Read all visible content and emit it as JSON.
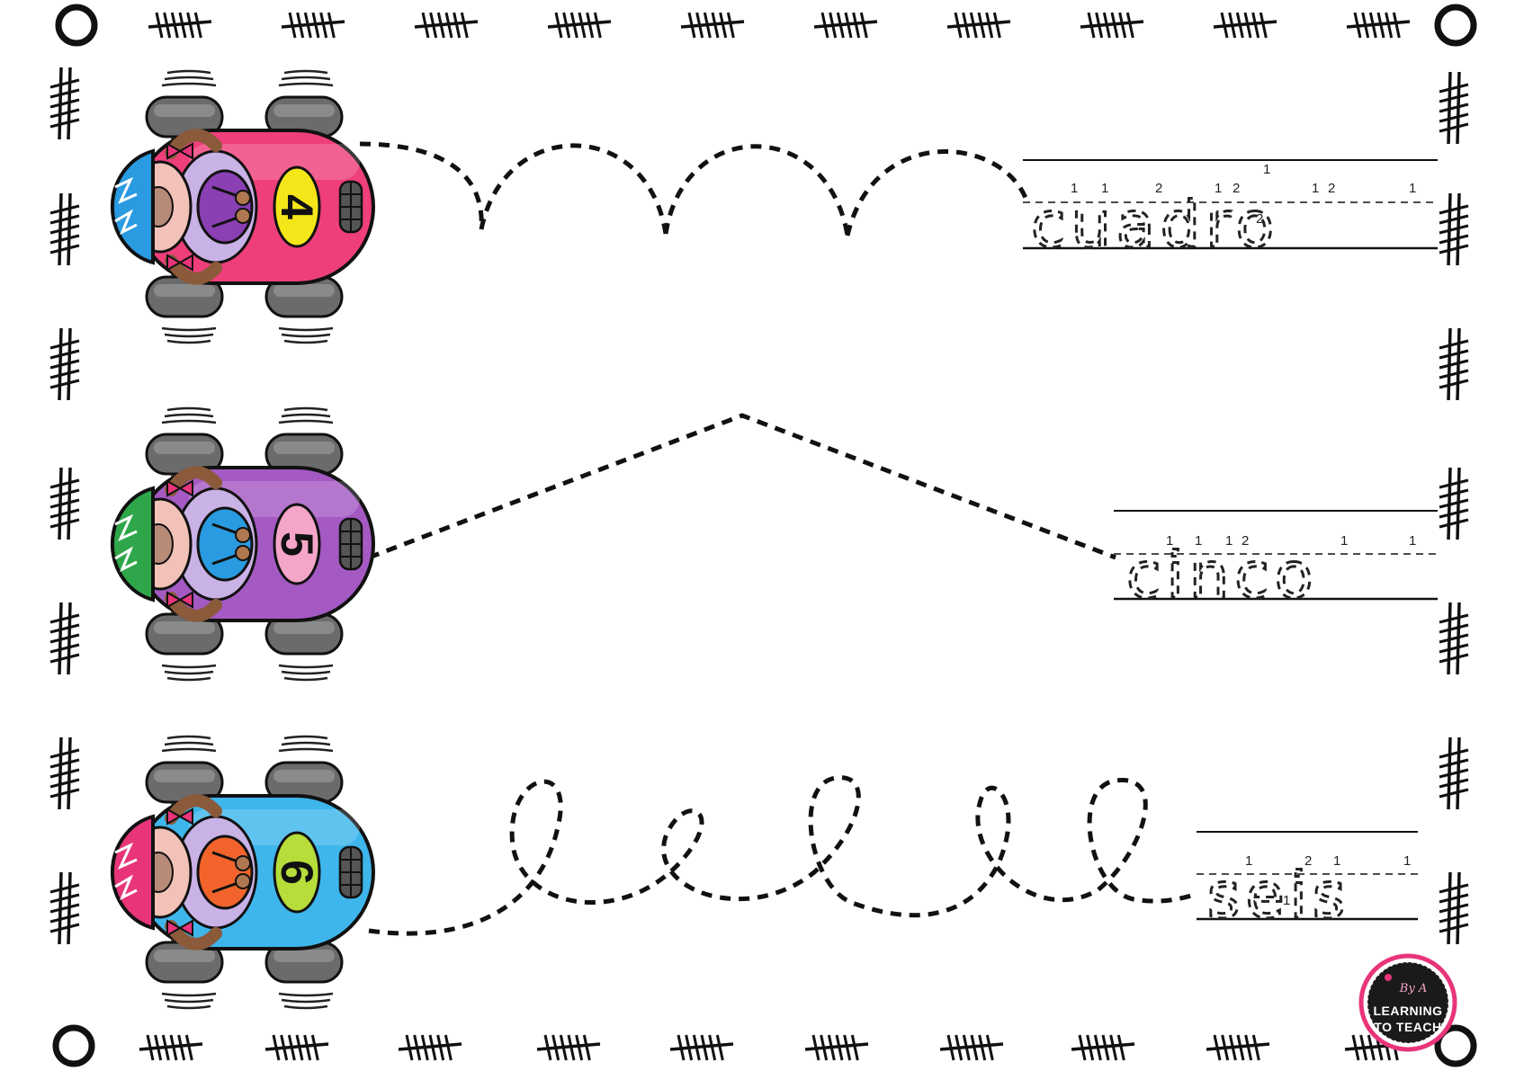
{
  "border": {
    "line_color": "#111111"
  },
  "rows": [
    {
      "number": "4",
      "word": "cuadro",
      "body_color": "#ee3f7a",
      "helmet_color": "#2a9be0",
      "badge_color": "#f5e61a",
      "driver_shirt": "#8a3fb3",
      "path_style": "scallops",
      "stroke_numbers": [
        "1",
        "1",
        "2",
        "1",
        "2",
        "1",
        "2",
        "1",
        "2",
        "1"
      ]
    },
    {
      "number": "5",
      "word": "cinco",
      "body_color": "#a45ac2",
      "helmet_color": "#2fa64a",
      "badge_color": "#f5a6c8",
      "driver_shirt": "#2a9be0",
      "path_style": "peak",
      "stroke_numbers": [
        "1",
        "1",
        "1",
        "2",
        "1",
        "1"
      ]
    },
    {
      "number": "6",
      "word": "seis",
      "body_color": "#3eb6ec",
      "helmet_color": "#e8357a",
      "badge_color": "#b6dd3a",
      "driver_shirt": "#f2642b",
      "path_style": "loops",
      "stroke_numbers": [
        "1",
        "2",
        "1",
        "1",
        "1"
      ]
    }
  ],
  "logo": {
    "line1": "LEARNING",
    "line2": "TO TEACH",
    "signature": "By A",
    "ring_color": "#e8357a",
    "fill_color": "#1a1a1a"
  }
}
